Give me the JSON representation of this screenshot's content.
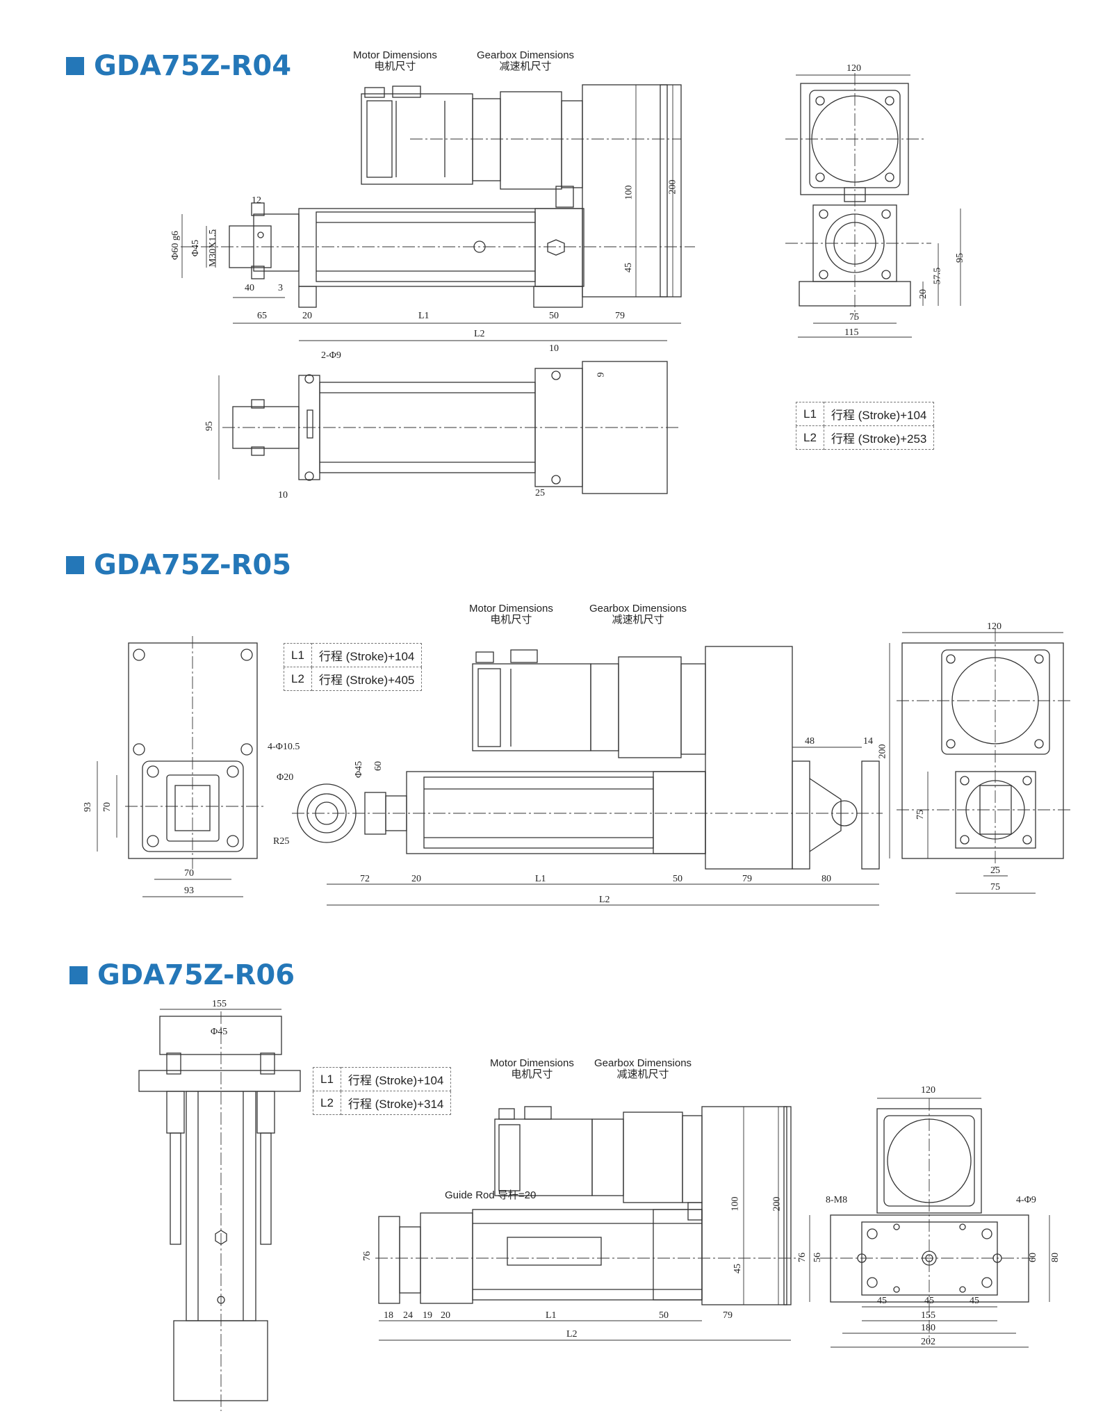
{
  "sections": [
    {
      "title": "GDA75Z-R04",
      "labels": {
        "motor_en": "Motor Dimensions",
        "motor_cn": "电机尺寸",
        "gear_en": "Gearbox Dimensions",
        "gear_cn": "减速机尺寸"
      },
      "table": [
        [
          "L1",
          "行程 (Stroke)+104"
        ],
        [
          "L2",
          "行程 (Stroke)+253"
        ]
      ],
      "dims": [
        "12",
        "Φ60 g6",
        "Φ45",
        "M30X1.5",
        "40",
        "3",
        "65",
        "20",
        "L1",
        "50",
        "79",
        "L2",
        "100",
        "200",
        "45",
        "120",
        "95",
        "57.5",
        "20",
        "75",
        "115",
        "2-Φ9",
        "10",
        "9",
        "95",
        "10",
        "25"
      ]
    },
    {
      "title": "GDA75Z-R05",
      "labels": {
        "motor_en": "Motor Dimensions",
        "motor_cn": "电机尺寸",
        "gear_en": "Gearbox Dimensions",
        "gear_cn": "减速机尺寸"
      },
      "table": [
        [
          "L1",
          "行程 (Stroke)+104"
        ],
        [
          "L2",
          "行程 (Stroke)+405"
        ]
      ],
      "dims": [
        "4-Φ10.5",
        "93",
        "70",
        "70",
        "93",
        "Φ20",
        "Φ45",
        "60",
        "R25",
        "48",
        "14",
        "72",
        "20",
        "L1",
        "50",
        "79",
        "80",
        "L2",
        "120",
        "200",
        "75",
        "25",
        "75"
      ]
    },
    {
      "title": "GDA75Z-R06",
      "labels": {
        "motor_en": "Motor Dimensions",
        "motor_cn": "电机尺寸",
        "gear_en": "Gearbox Dimensions",
        "gear_cn": "减速机尺寸",
        "guide_rod": "Guide Rod 导杆=20"
      },
      "table": [
        [
          "L1",
          "行程 (Stroke)+104"
        ],
        [
          "L2",
          "行程 (Stroke)+314"
        ]
      ],
      "dims": [
        "155",
        "Φ45",
        "76",
        "18",
        "24",
        "19",
        "20",
        "L1",
        "50",
        "79",
        "L2",
        "100",
        "200",
        "45",
        "120",
        "8-M8",
        "4-Φ9",
        "76",
        "56",
        "60",
        "80",
        "45",
        "45",
        "45",
        "155",
        "180",
        "202"
      ]
    }
  ]
}
